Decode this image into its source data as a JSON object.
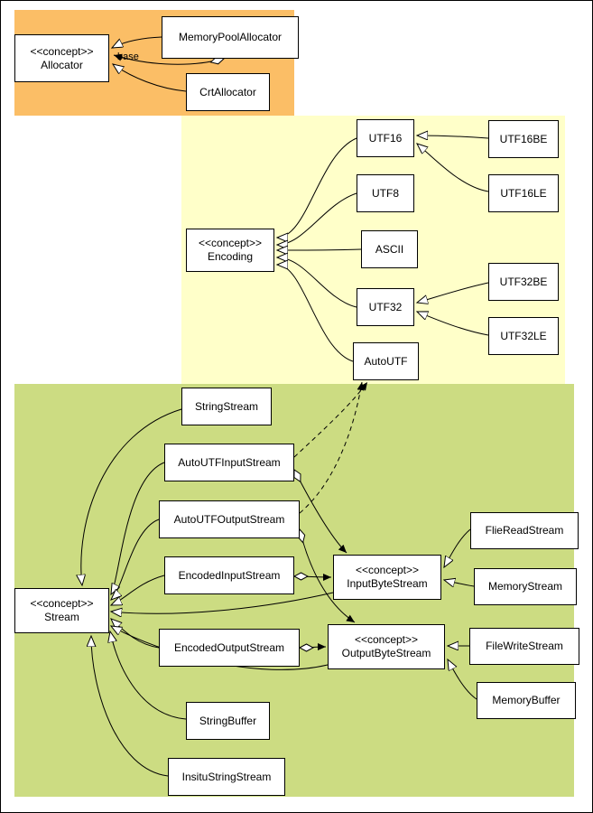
{
  "regions": {
    "allocator": {
      "name": "allocator-region",
      "color": "#FBBE66"
    },
    "encoding": {
      "name": "encoding-region",
      "color": "#FFFFC9"
    },
    "stream": {
      "name": "stream-region",
      "color": "#CCDC82"
    }
  },
  "nodes": {
    "allocator": {
      "stereotype": "<<concept>>",
      "label": "Allocator"
    },
    "memory_pool_allocator": {
      "label": "MemoryPoolAllocator"
    },
    "crt_allocator": {
      "label": "CrtAllocator"
    },
    "encoding": {
      "stereotype": "<<concept>>",
      "label": "Encoding"
    },
    "utf16": {
      "label": "UTF16"
    },
    "utf8": {
      "label": "UTF8"
    },
    "ascii": {
      "label": "ASCII"
    },
    "utf32": {
      "label": "UTF32"
    },
    "autoutf": {
      "label": "AutoUTF"
    },
    "utf16be": {
      "label": "UTF16BE"
    },
    "utf16le": {
      "label": "UTF16LE"
    },
    "utf32be": {
      "label": "UTF32BE"
    },
    "utf32le": {
      "label": "UTF32LE"
    },
    "stream": {
      "stereotype": "<<concept>>",
      "label": "Stream"
    },
    "string_stream": {
      "label": "StringStream"
    },
    "auto_utf_input_stream": {
      "label": "AutoUTFInputStream"
    },
    "auto_utf_output_stream": {
      "label": "AutoUTFOutputStream"
    },
    "encoded_input_stream": {
      "label": "EncodedInputStream"
    },
    "encoded_output_stream": {
      "label": "EncodedOutputStream"
    },
    "string_buffer": {
      "label": "StringBuffer"
    },
    "insitu_string_stream": {
      "label": "InsituStringStream"
    },
    "input_byte_stream": {
      "stereotype": "<<concept>>",
      "label": "InputByteStream"
    },
    "output_byte_stream": {
      "stereotype": "<<concept>>",
      "label": "OutputByteStream"
    },
    "flie_read_stream": {
      "label": "FlieReadStream"
    },
    "memory_stream": {
      "label": "MemoryStream"
    },
    "file_write_stream": {
      "label": "FileWriteStream"
    },
    "memory_buffer": {
      "label": "MemoryBuffer"
    }
  },
  "edge_labels": {
    "base": "base"
  },
  "relationships": [
    {
      "from": "MemoryPoolAllocator",
      "to": "Allocator",
      "type": "realization",
      "label": ""
    },
    {
      "from": "MemoryPoolAllocator",
      "to": "Allocator",
      "type": "aggregation",
      "label": "base"
    },
    {
      "from": "CrtAllocator",
      "to": "Allocator",
      "type": "realization",
      "label": ""
    },
    {
      "from": "UTF16",
      "to": "Encoding",
      "type": "realization",
      "label": ""
    },
    {
      "from": "UTF8",
      "to": "Encoding",
      "type": "realization",
      "label": ""
    },
    {
      "from": "ASCII",
      "to": "Encoding",
      "type": "realization",
      "label": ""
    },
    {
      "from": "UTF32",
      "to": "Encoding",
      "type": "realization",
      "label": ""
    },
    {
      "from": "AutoUTF",
      "to": "Encoding",
      "type": "realization",
      "label": ""
    },
    {
      "from": "UTF16BE",
      "to": "UTF16",
      "type": "realization",
      "label": ""
    },
    {
      "from": "UTF16LE",
      "to": "UTF16",
      "type": "realization",
      "label": ""
    },
    {
      "from": "UTF32BE",
      "to": "UTF32",
      "type": "realization",
      "label": ""
    },
    {
      "from": "UTF32LE",
      "to": "UTF32",
      "type": "realization",
      "label": ""
    },
    {
      "from": "StringStream",
      "to": "Stream",
      "type": "realization",
      "label": ""
    },
    {
      "from": "AutoUTFInputStream",
      "to": "Stream",
      "type": "realization",
      "label": ""
    },
    {
      "from": "AutoUTFOutputStream",
      "to": "Stream",
      "type": "realization",
      "label": ""
    },
    {
      "from": "EncodedInputStream",
      "to": "Stream",
      "type": "realization",
      "label": ""
    },
    {
      "from": "EncodedOutputStream",
      "to": "Stream",
      "type": "realization",
      "label": ""
    },
    {
      "from": "StringBuffer",
      "to": "Stream",
      "type": "realization",
      "label": ""
    },
    {
      "from": "InsituStringStream",
      "to": "Stream",
      "type": "realization",
      "label": ""
    },
    {
      "from": "InputByteStream",
      "to": "Stream",
      "type": "realization",
      "label": ""
    },
    {
      "from": "OutputByteStream",
      "to": "Stream",
      "type": "realization",
      "label": ""
    },
    {
      "from": "AutoUTFInputStream",
      "to": "AutoUTF",
      "type": "dependency",
      "label": ""
    },
    {
      "from": "AutoUTFOutputStream",
      "to": "AutoUTF",
      "type": "dependency",
      "label": ""
    },
    {
      "from": "AutoUTFInputStream",
      "to": "InputByteStream",
      "type": "aggregation",
      "label": ""
    },
    {
      "from": "EncodedInputStream",
      "to": "InputByteStream",
      "type": "aggregation",
      "label": ""
    },
    {
      "from": "AutoUTFOutputStream",
      "to": "OutputByteStream",
      "type": "aggregation",
      "label": ""
    },
    {
      "from": "EncodedOutputStream",
      "to": "OutputByteStream",
      "type": "aggregation",
      "label": ""
    },
    {
      "from": "FlieReadStream",
      "to": "InputByteStream",
      "type": "realization",
      "label": ""
    },
    {
      "from": "MemoryStream",
      "to": "InputByteStream",
      "type": "realization",
      "label": ""
    },
    {
      "from": "FileWriteStream",
      "to": "OutputByteStream",
      "type": "realization",
      "label": ""
    },
    {
      "from": "MemoryBuffer",
      "to": "OutputByteStream",
      "type": "realization",
      "label": ""
    }
  ]
}
